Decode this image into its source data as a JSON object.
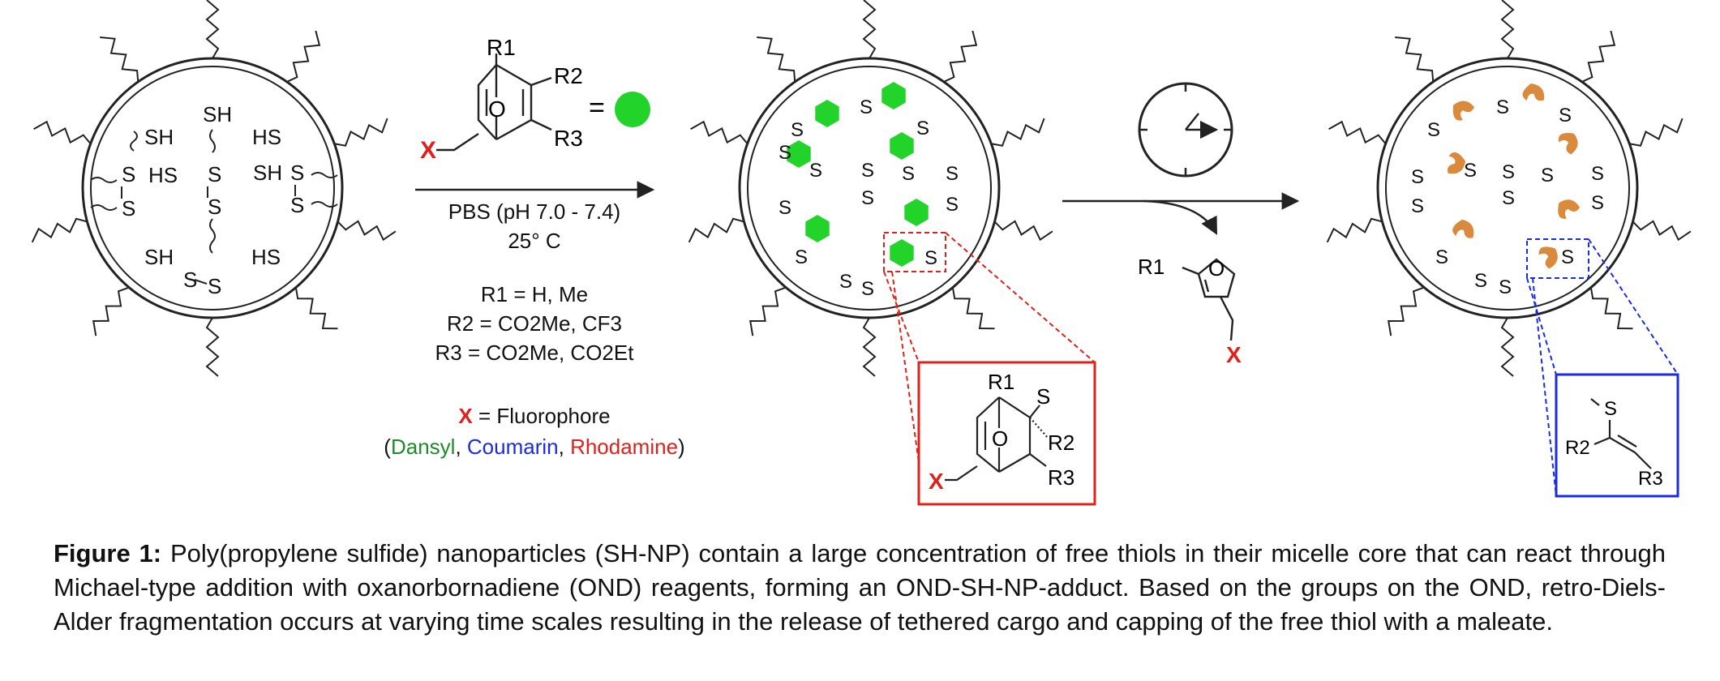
{
  "colors": {
    "ink": "#222222",
    "green": "#22d42a",
    "orange": "#d98a3c",
    "red": "#e0201b",
    "blue": "#1a2be0",
    "dansyl": "#1f8a2a"
  },
  "reagent": {
    "r1": "R1",
    "r2": "R2",
    "r3": "R3",
    "o": "O",
    "x": "X",
    "equals": "="
  },
  "conditions": {
    "buffer": "PBS (pH 7.0 - 7.4)",
    "temperature": "25° C",
    "r1_def": "R1 = H, Me",
    "r2_def": "R2 = CO2Me, CF3",
    "r3_def": "R3 = CO2Me, CO2Et",
    "x_def": "X = Fluorophore",
    "fluorophores": [
      "Dansyl",
      "Coumarin",
      "Rhodamine"
    ]
  },
  "labels": {
    "sh": "SH",
    "hs": "HS",
    "s": "S"
  },
  "byproduct": {
    "r1": "R1",
    "o": "O",
    "x": "X"
  },
  "adduct_inset": {
    "r1": "R1",
    "r2": "R2",
    "r3": "R3",
    "o": "O",
    "s": "S",
    "x": "X"
  },
  "maleate_inset": {
    "r2": "R2",
    "r3": "R3",
    "s": "S"
  },
  "caption": {
    "label": "Figure 1:",
    "text": "Poly(propylene sulfide) nanoparticles (SH-NP) contain a large concentration of free thiols in their micelle core that can react through Michael-type addition with oxanorbornadiene (OND) reagents, forming an OND-SH-NP-adduct. Based on the groups on the OND, retro-Diels-Alder fragmentation occurs at varying time scales resulting in the release of tethered cargo and capping of the free thiol with a maleate."
  }
}
